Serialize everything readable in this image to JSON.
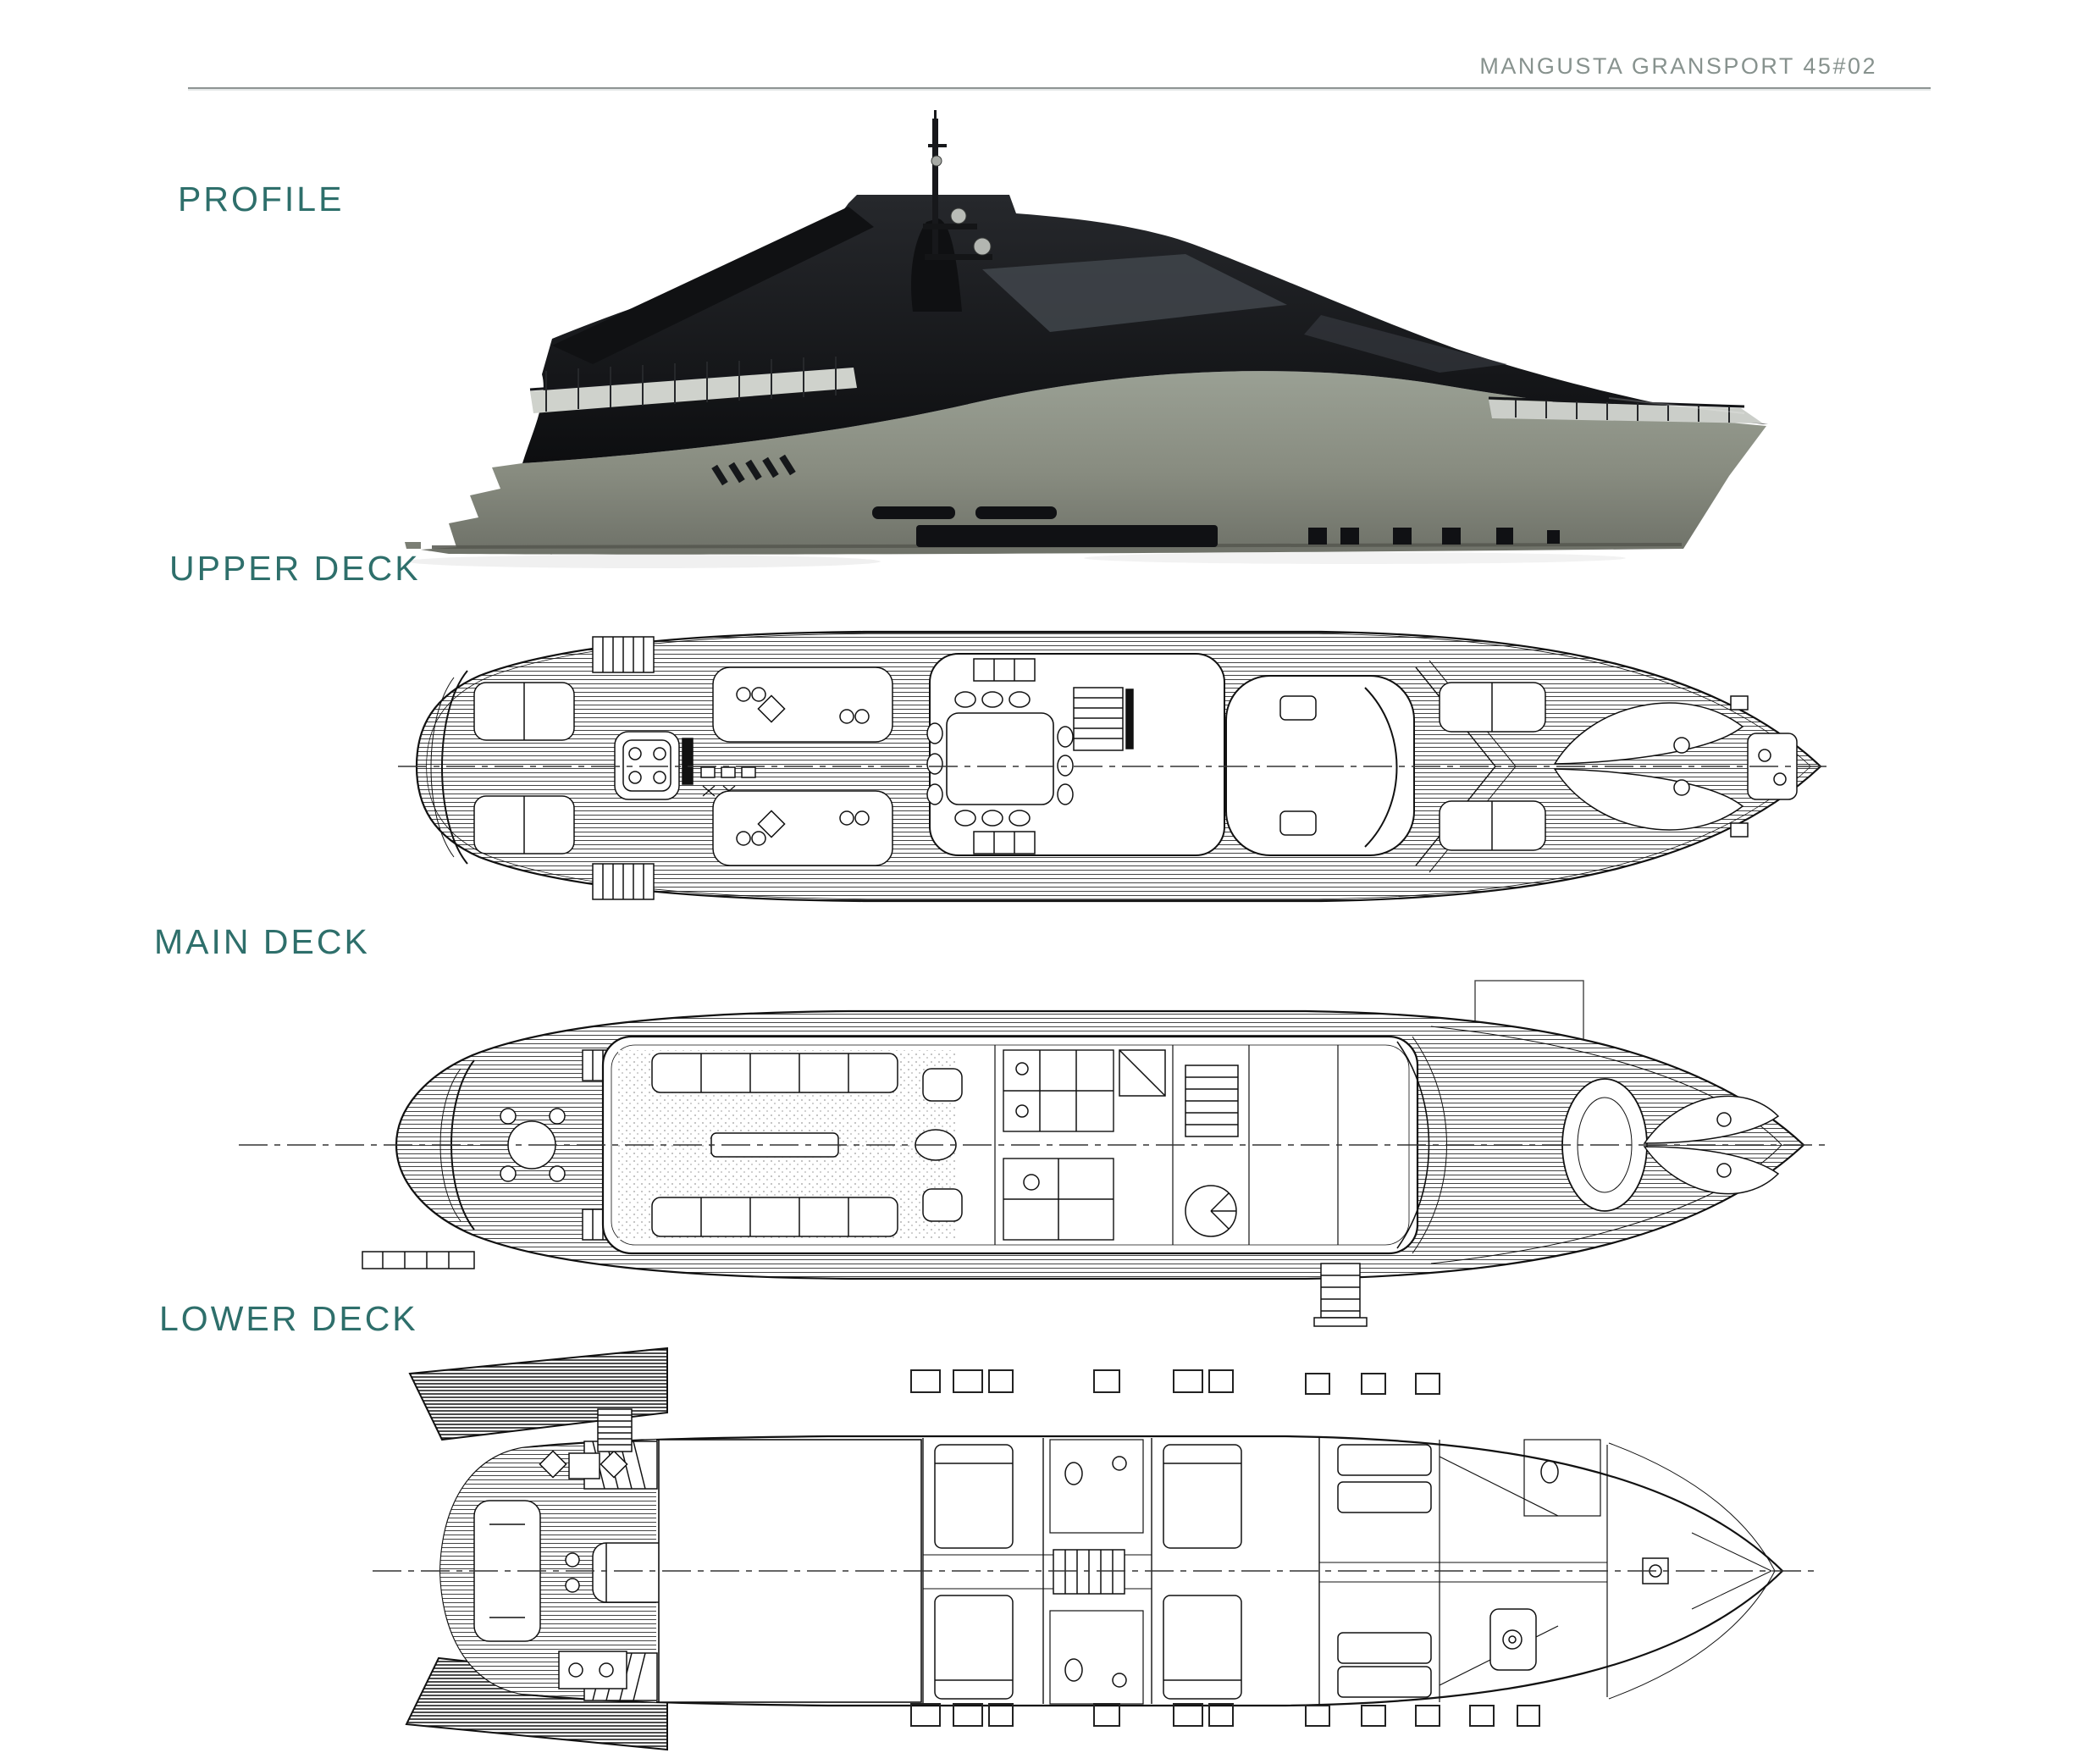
{
  "header": {
    "title": "MANGUSTA GRANSPORT 45#02"
  },
  "sections": [
    {
      "id": "profile",
      "label": "PROFILE"
    },
    {
      "id": "upper-deck",
      "label": "UPPER DECK"
    },
    {
      "id": "main-deck",
      "label": "MAIN DECK"
    },
    {
      "id": "lower-deck",
      "label": "LOWER DECK"
    }
  ],
  "colors": {
    "accent": "#2E6F6B",
    "header_text": "#87928E",
    "hull_gray": "#8D9086",
    "superstructure_black": "#17181B",
    "plan_line": "#111111"
  }
}
